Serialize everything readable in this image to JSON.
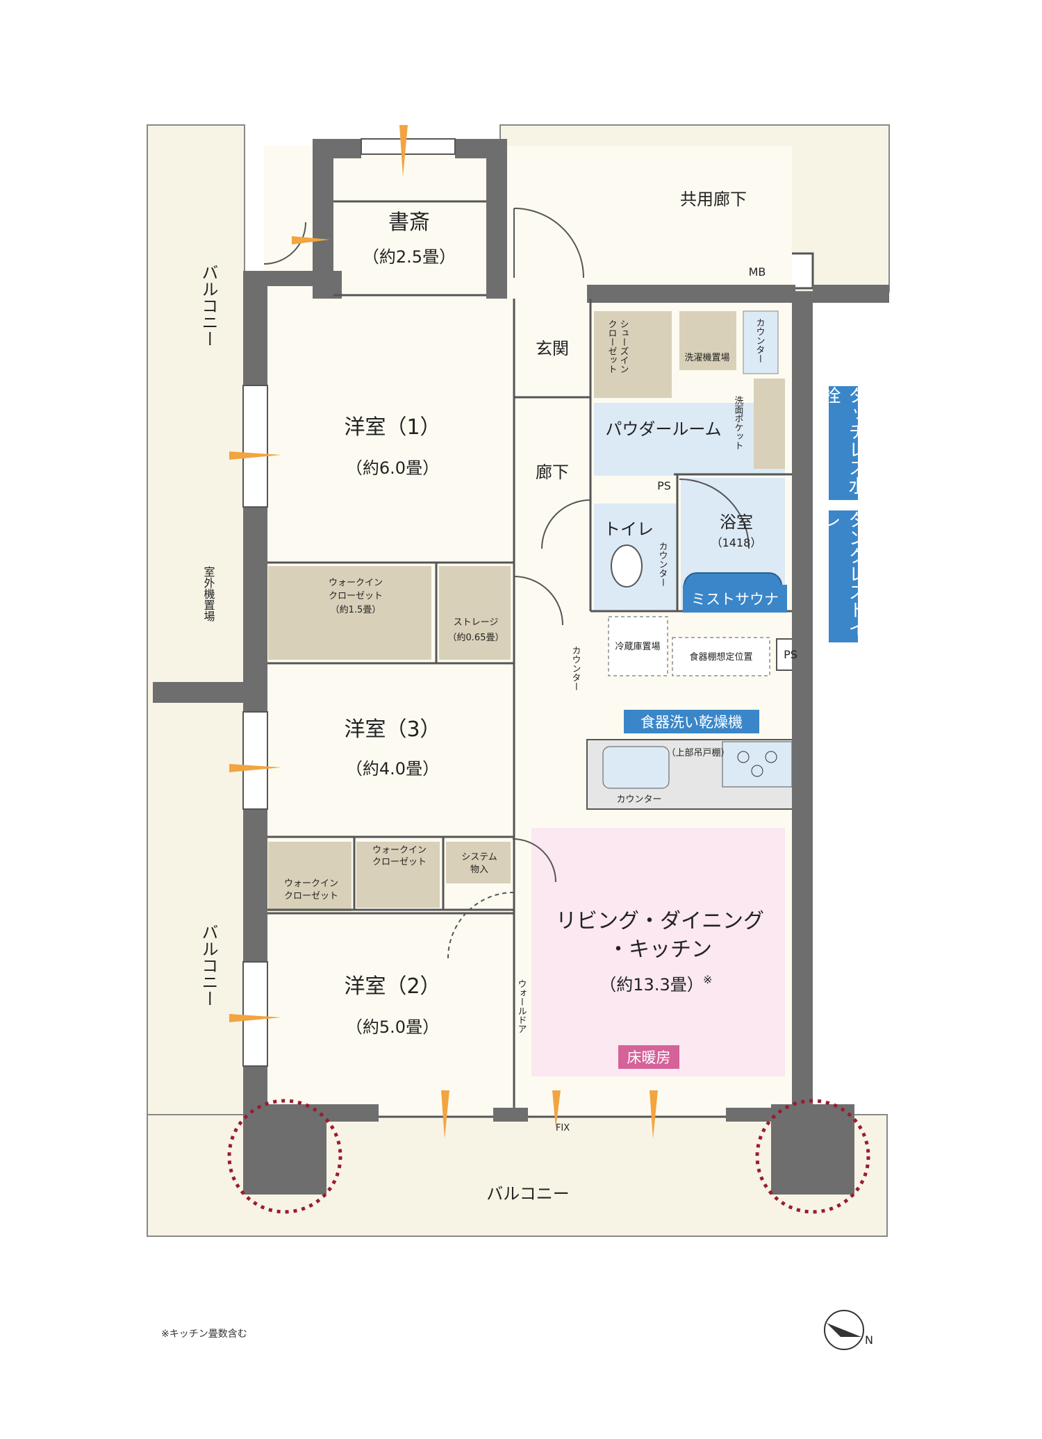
{
  "rooms": {
    "study": {
      "name": "書斎",
      "area": "（約2.5畳）"
    },
    "western1": {
      "name": "洋室（1）",
      "area": "（約6.0畳）"
    },
    "western2": {
      "name": "洋室（2）",
      "area": "（約5.0畳）"
    },
    "western3": {
      "name": "洋室（3）",
      "area": "（約4.0畳）"
    },
    "ldk": {
      "name_line1": "リビング・ダイニング",
      "name_line2": "・キッチン",
      "area": "（約13.3畳）",
      "mark": "※"
    },
    "entrance": "玄関",
    "hallway": "廊下",
    "common_corridor": "共用廊下",
    "powder_room": "パウダールーム",
    "bath": {
      "name": "浴室",
      "size": "（1418）"
    },
    "toilet": "トイレ",
    "balcony_left": "バルコニー",
    "balcony_bottom": "バルコニー",
    "outdoor_unit": "室外機置場"
  },
  "storage": {
    "wic1_line1": "ウォークイン",
    "wic1_line2": "クローゼット",
    "wic1_area": "（約1.5畳）",
    "storage_line1": "ストレージ",
    "storage_area": "（約0.65畳）",
    "wic2_line1": "ウォークイン",
    "wic2_line2": "クローゼット",
    "wic3_line1": "ウォークイン",
    "wic3_line2": "クローゼット",
    "shoes_line1": "シューズイン",
    "shoes_line2": "クローゼット",
    "system_line1": "システム",
    "system_line2": "物入"
  },
  "fixtures": {
    "mb": "MB",
    "ps": "PS",
    "counter": "カウンター",
    "washer": "洗濯機置場",
    "wash_pocket": "洗面ポケット",
    "fridge": "冷蔵庫置場",
    "cupboard": "食器棚想定位置",
    "upper_cabinet": "（上部吊戸棚）",
    "kitchen_counter": "カウンター",
    "walled_door": "ウォールドア",
    "fix": "FIX"
  },
  "tags": {
    "mist_sauna": "ミストサウナ",
    "dishwasher": "食器洗い乾燥機",
    "floor_heating": "床暖房",
    "touchless_faucet": "タッチレス水栓",
    "tankless_toilet": "タンクレストイレ"
  },
  "footnote": "※キッチン畳数含む",
  "compass": "N",
  "colors": {
    "wall": "#6e6e6e",
    "room": "#fdfbf1",
    "wet_area": "#dceaf6",
    "ldk_highlight": "#fbe8f0",
    "closet": "#d8d0b8",
    "tag_blue": "#3a86c8",
    "tag_pink": "#d6629a",
    "balcony": "#f7f4e6"
  }
}
